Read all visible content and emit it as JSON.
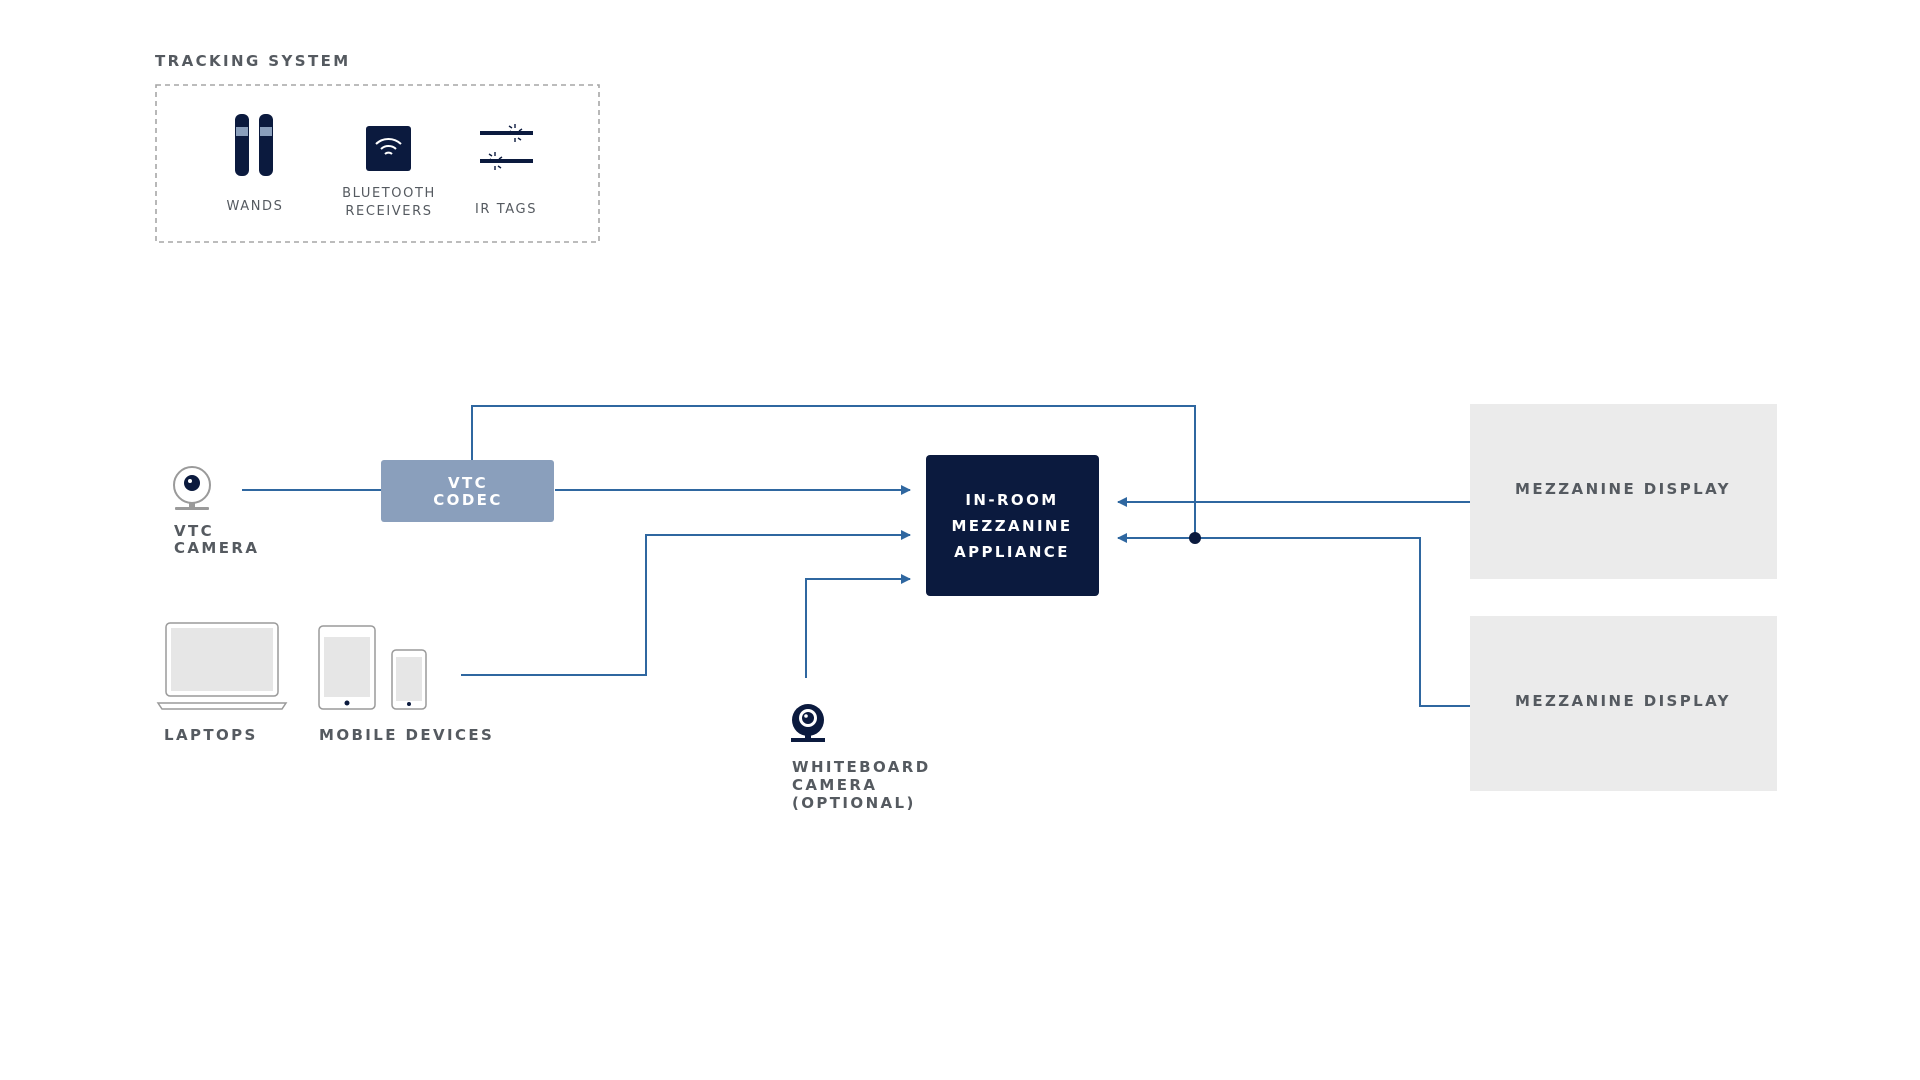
{
  "colors": {
    "navy": "#0b1a3e",
    "line_blue": "#2f67a0",
    "codec_fill": "#8a9fbc",
    "display_fill": "#ebebeb",
    "label_gray": "#555a60",
    "dashed_border": "#a6a6a6",
    "device_outline": "#9a9a9a",
    "device_screen": "#e6e6e6"
  },
  "tracking": {
    "title": "TRACKING SYSTEM",
    "wands_label": "WANDS",
    "bluetooth_label_line1": "BLUETOOTH",
    "bluetooth_label_line2": "RECEIVERS",
    "ir_label": "IR TAGS"
  },
  "vtc_camera": {
    "label_line1": "VTC",
    "label_line2": "CAMERA"
  },
  "vtc_codec": {
    "label_line1": "VTC",
    "label_line2": "CODEC"
  },
  "appliance": {
    "line1": "IN-ROOM",
    "line2": "MEZZANINE",
    "line3": "APPLIANCE"
  },
  "laptops": {
    "label": "LAPTOPS"
  },
  "mobile": {
    "label": "MOBILE DEVICES"
  },
  "whiteboard": {
    "line1": "WHITEBOARD",
    "line2": "CAMERA",
    "line3": "(OPTIONAL)"
  },
  "displays": [
    {
      "label": "MEZZANINE DISPLAY"
    },
    {
      "label": "MEZZANINE DISPLAY"
    }
  ]
}
